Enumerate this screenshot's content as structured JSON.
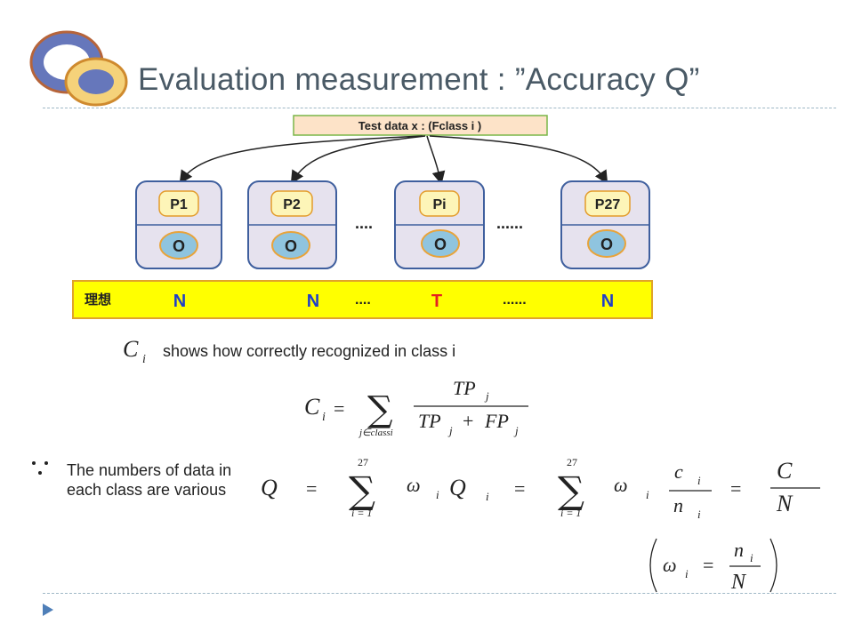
{
  "slide": {
    "title": "Evaluation measurement : ”Accuracy Q”"
  },
  "diagram": {
    "test_data_label": "Test data x : (Fclass i )",
    "classifiers": [
      {
        "top": "P1",
        "bottom": "O"
      },
      {
        "top": "P2",
        "bottom": "O"
      },
      {
        "top": "Pi",
        "bottom": "O"
      },
      {
        "top": "P27",
        "bottom": "O"
      }
    ],
    "dots_short": "....",
    "dots_long": "......",
    "ideal_label": "理想",
    "ideal_values": [
      "N",
      "N",
      "T",
      "N"
    ],
    "ideal_dots_short": "....",
    "ideal_dots_long": "......",
    "colors": {
      "test_box_fill": "#fde3c8",
      "test_box_border": "#7ab648",
      "class_box_fill": "#e6e2ee",
      "class_box_border": "#3f5f9e",
      "label_fill": "#fdf5b8",
      "label_border": "#e39b2a",
      "circle_fill": "#8fc4df",
      "circle_border": "#e8a33a",
      "ideal_bar_fill": "#ffff00",
      "ideal_bar_border": "#e0a32a",
      "ideal_N": "#1f3fc8",
      "ideal_T": "#e52020"
    }
  },
  "ci_description": "shows how correctly recognized in class i",
  "formula_ci": {
    "lhs": "C",
    "lhs_sub": "i",
    "eq": "=",
    "sum_sub": "j∈classi",
    "num": "TP",
    "num_sub": "j",
    "den_a": "TP",
    "den_a_sub": "j",
    "plus": "+",
    "den_b": "FP",
    "den_b_sub": "j"
  },
  "note": "The numbers of data in each class are various",
  "formula_q": {
    "q": "Q",
    "eq": "=",
    "sum_top": "27",
    "sum_bottom": "i = 1",
    "omega": "ω",
    "sub_i": "i",
    "qi": "Q",
    "ci": "c",
    "ni": "n",
    "C": "C",
    "N": "N"
  },
  "formula_omega": {
    "omega": "ω",
    "sub_i": "i",
    "eq": "=",
    "n": "n",
    "N": "N"
  },
  "icons": {
    "logo": "rings-logo-icon",
    "because": "because-symbol-icon",
    "arrow": "triangle-bullet-icon"
  }
}
